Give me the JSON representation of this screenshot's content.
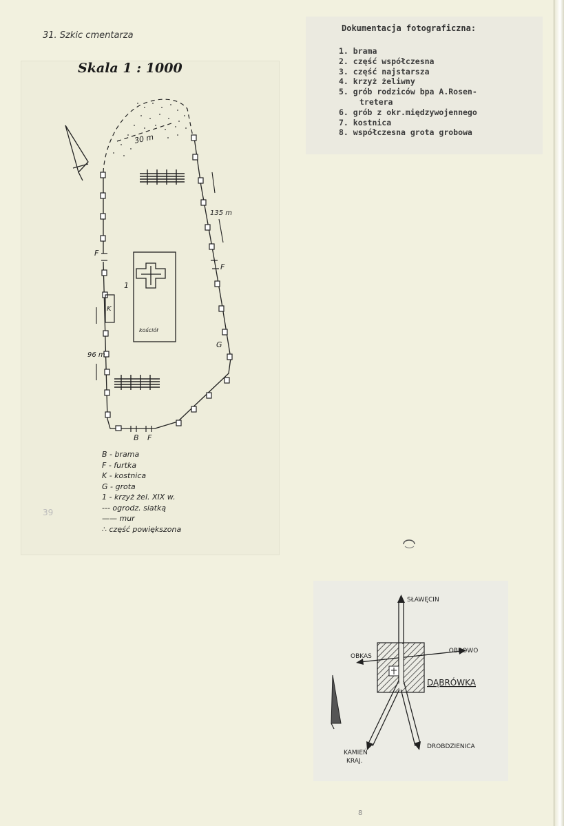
{
  "caption": "31. Szkic cmentarza",
  "sketch": {
    "title": "Skala 1 : 1000",
    "label_30m": "30 m",
    "label_135m": "135 m",
    "label_96m": "96 m",
    "label_1": "1",
    "label_F_left": "F",
    "label_F_right": "F",
    "label_K": "K",
    "label_G": "G",
    "label_B_bottom": "B",
    "label_F_bottom": "F",
    "church_label": "kościół"
  },
  "legend": [
    "B - brama",
    "F - furtka",
    "K - kostnica",
    "G - grota",
    "1 - krzyż żel. XIX w.",
    "--- ogrodz. siatką",
    "—— mur",
    "∴ część powiększona"
  ],
  "margin_number": "39",
  "photo_doc": {
    "title": "Dokumentacja fotograficzna:",
    "items": [
      "1. brama",
      "2. część współczesna",
      "3. część najstarsza",
      "4. krzyż żeliwny",
      "5. grób rodziców bpa A.Rosen-",
      "tretera",
      "6. grób z okr.międzywojennego",
      "7. kostnica",
      "8. współczesna grota grobowa"
    ]
  },
  "location_map": {
    "north": "SŁAWĘCIN",
    "west": "OBKAS",
    "east": "OBROWO",
    "village": "DĄBRÓWKA",
    "southwest_line1": "KAMIEŃ",
    "southwest_line2": "KRAJ.",
    "southeast": "DROBDZIENICA"
  },
  "footer_mark": "8"
}
